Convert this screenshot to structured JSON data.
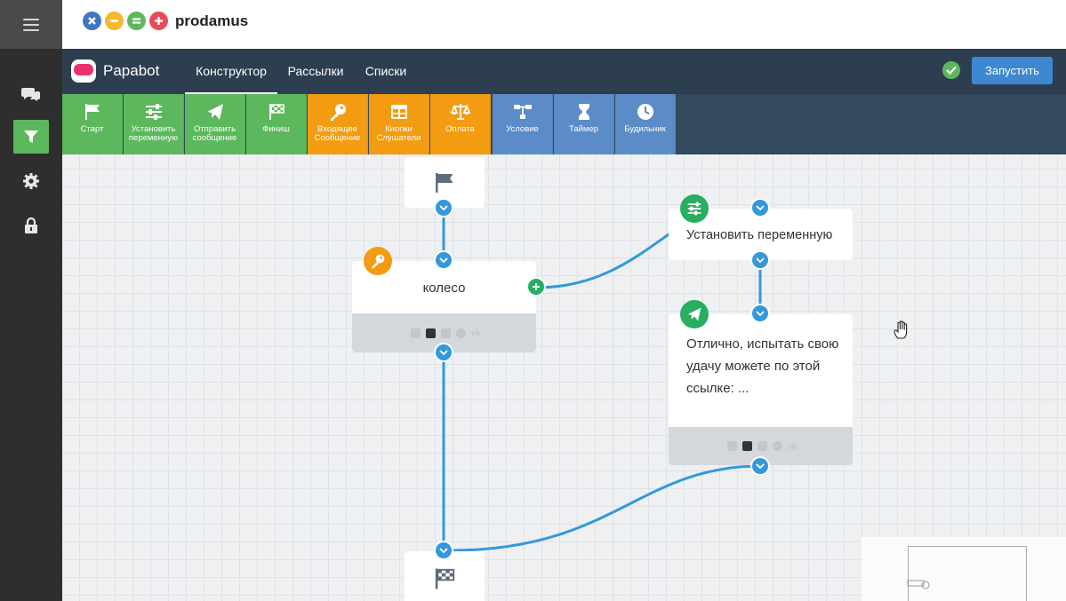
{
  "brand": {
    "name": "prodamus"
  },
  "nav": {
    "app_name": "Papabot",
    "tabs": [
      {
        "label": "Конструктор",
        "active": true
      },
      {
        "label": "Рассылки",
        "active": false
      },
      {
        "label": "Списки",
        "active": false
      }
    ],
    "run_button": "Запустить",
    "status": "saved"
  },
  "sidebar": {
    "items": [
      {
        "icon": "chat-icon",
        "active": false
      },
      {
        "icon": "filter-icon",
        "active": true
      },
      {
        "icon": "gear-icon",
        "active": false
      },
      {
        "icon": "lock-icon",
        "active": false
      }
    ]
  },
  "palette": {
    "items": [
      {
        "label": "Старт",
        "group": "green",
        "icon": "flag-icon"
      },
      {
        "label": "Установить переменную",
        "group": "green",
        "icon": "sliders-icon"
      },
      {
        "label": "Отправить сообщение",
        "group": "green",
        "icon": "paper-plane-icon"
      },
      {
        "label": "Финиш",
        "group": "green",
        "icon": "checkered-flag-icon"
      },
      {
        "label": "Входящее Сообщение",
        "group": "orange",
        "icon": "key-icon"
      },
      {
        "label": "Кнопки Слушатели",
        "group": "orange",
        "icon": "table-icon"
      },
      {
        "label": "Оплата",
        "group": "orange",
        "icon": "scales-icon"
      },
      {
        "label": "Условие",
        "group": "blue",
        "icon": "sitemap-icon"
      },
      {
        "label": "Таймер",
        "group": "blue",
        "icon": "hourglass-icon"
      },
      {
        "label": "Будильник",
        "group": "blue",
        "icon": "clock-icon"
      }
    ]
  },
  "nodes": {
    "start": {
      "type": "start"
    },
    "input": {
      "label": "колесо",
      "type": "incoming-message"
    },
    "setvar": {
      "label": "Установить переменную",
      "type": "set-variable"
    },
    "message": {
      "text": "Отлично, испытать свою удачу можете по этой ссылке: ...",
      "type": "send-message"
    },
    "finish": {
      "type": "finish"
    }
  },
  "colors": {
    "accent_blue": "#3498db",
    "green": "#5cb85c",
    "orange": "#f39c12",
    "palette_blue": "#5b8cc8",
    "nav": "#2d3e50"
  }
}
